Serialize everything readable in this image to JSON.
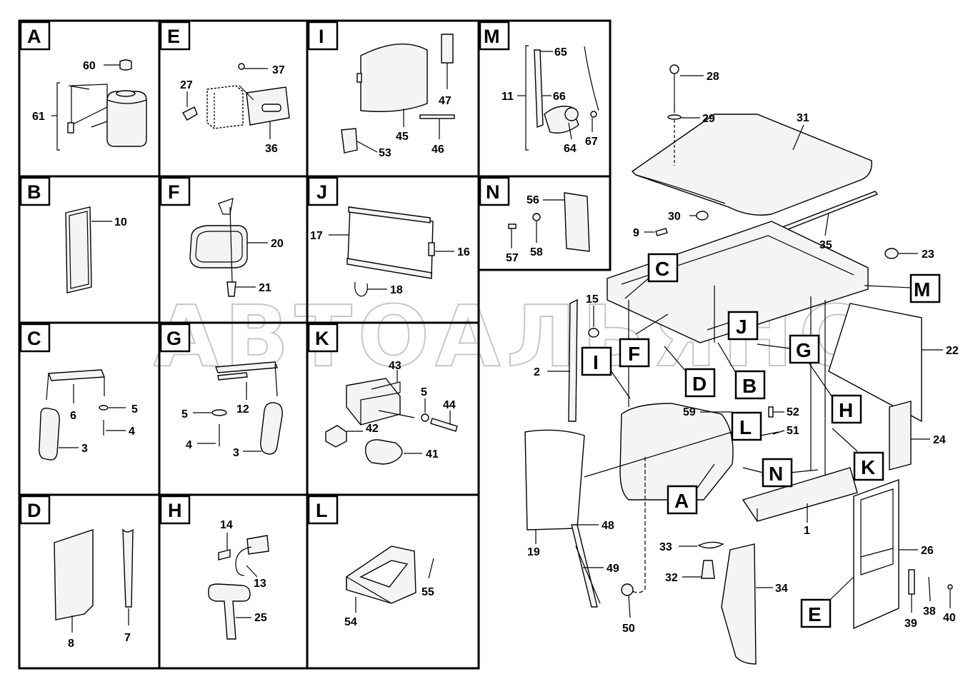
{
  "watermark": "АВТОАЛЬЯНС",
  "cells": [
    {
      "letter": "A",
      "parts": [
        "60",
        "61"
      ]
    },
    {
      "letter": "E",
      "parts": [
        "37",
        "27",
        "36"
      ]
    },
    {
      "letter": "I",
      "parts": [
        "47",
        "45",
        "46",
        "53"
      ]
    },
    {
      "letter": "M",
      "parts": [
        "65",
        "11",
        "66",
        "64",
        "67"
      ]
    },
    {
      "letter": "B",
      "parts": [
        "10"
      ]
    },
    {
      "letter": "F",
      "parts": [
        "20",
        "21"
      ]
    },
    {
      "letter": "J",
      "parts": [
        "17",
        "16",
        "18"
      ]
    },
    {
      "letter": "N",
      "parts": [
        "56",
        "57",
        "58"
      ]
    },
    {
      "letter": "C",
      "parts": [
        "6",
        "5",
        "4",
        "3"
      ]
    },
    {
      "letter": "G",
      "parts": [
        "12",
        "5",
        "4",
        "3"
      ]
    },
    {
      "letter": "K",
      "parts": [
        "43",
        "5",
        "44",
        "42",
        "41"
      ]
    },
    {
      "letter": "D",
      "parts": [
        "8",
        "7"
      ]
    },
    {
      "letter": "H",
      "parts": [
        "14",
        "13",
        "25"
      ]
    },
    {
      "letter": "L",
      "parts": [
        "55",
        "54"
      ]
    }
  ],
  "main_parts": [
    "28",
    "29",
    "31",
    "30",
    "9",
    "35",
    "23",
    "15",
    "2",
    "59",
    "52",
    "51",
    "22",
    "24",
    "19",
    "48",
    "49",
    "50",
    "33",
    "32",
    "34",
    "1",
    "26",
    "39",
    "38",
    "40"
  ],
  "callouts": [
    "C",
    "M",
    "J",
    "G",
    "F",
    "I",
    "D",
    "B",
    "H",
    "K",
    "L",
    "N",
    "A",
    "E"
  ]
}
